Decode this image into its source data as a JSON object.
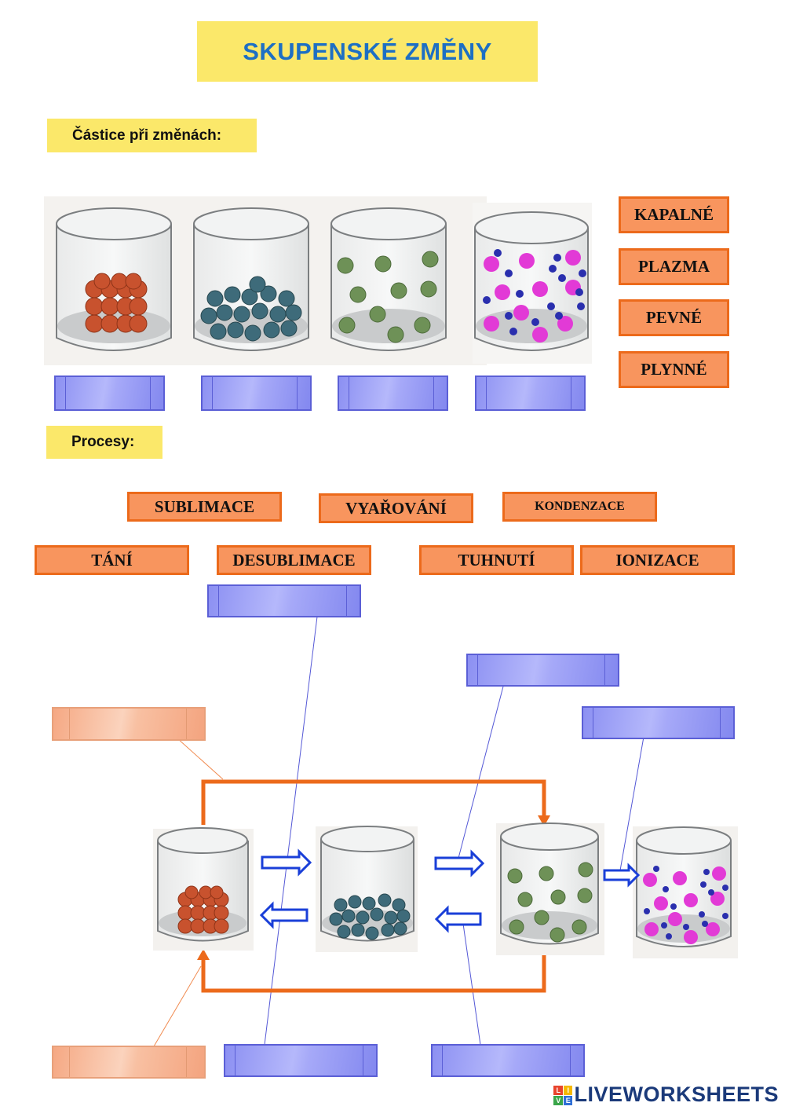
{
  "title": "SKUPENSKÉ ZMĚNY",
  "section_particles": "Částice při změnách:",
  "section_processes": "Procesy:",
  "state_words": [
    "KAPALNÉ",
    "PLAZMA",
    "PEVNÉ",
    "PLYNNÉ"
  ],
  "process_words": [
    "SUBLIMACE",
    "VYAŘOVÁNÍ",
    "KONDENZACE",
    "TÁNÍ",
    "DESUBLIMACE",
    "TUHNUTÍ",
    "IONIZACE"
  ],
  "brand": {
    "logo_letters": [
      "L",
      "I",
      "V",
      "E"
    ],
    "name": "LIVEWORKSHEETS"
  },
  "colors": {
    "title_text": "#1d6fc4",
    "label_bg": "#fbe86a",
    "word_bg": "#f8955e",
    "word_border": "#ec6a1b",
    "drop_blue": "#8c90f2",
    "arrow_orange": "#ec6a1b",
    "arrow_blue": "#1a3fd8",
    "solid_particle": "#c8522e",
    "liquid_particle": "#3e6b7a",
    "gas_particle": "#6e9157",
    "plasma_ion": "#e23ad6",
    "plasma_electron": "#2a2fae"
  }
}
